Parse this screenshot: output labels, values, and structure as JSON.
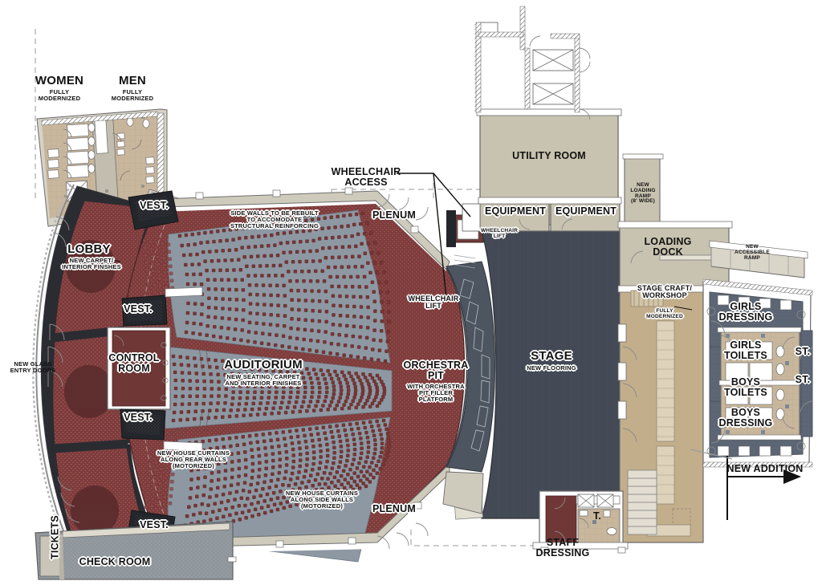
{
  "document": {
    "type": "architectural-floor-plan",
    "subject": "Theater / Auditorium Renovation Plan"
  },
  "palette": {
    "carpet_red": "#7d3b3b",
    "carpet_red_light": "#8d4848",
    "lobby_red": "#7a3a38",
    "lobby_circle": "#5e2b2b",
    "seat_red": "#7a3533",
    "aisle_gray": "#8d98a3",
    "stage_dark": "#434a55",
    "pit_dark": "#4d5560",
    "dressing_slate": "#59636f",
    "workshop_tan": "#c3ae8c",
    "utility_tan": "#c8c3b0",
    "restroom_tan": "#cbb79c",
    "check_room_gray": "#8f969c",
    "dark_wall": "#222428",
    "wall_white": "#ffffff",
    "outline": "#5a5a5a",
    "text_black": "#111111"
  },
  "labels": {
    "women": {
      "title": "WOMEN",
      "note": "FULLY\nMODERNIZED"
    },
    "men": {
      "title": "MEN",
      "note": "FULLY\nMODERNIZED"
    },
    "lobby": {
      "title": "LOBBY",
      "note": "NEW CARPET/\nINTERIOR FINSHES"
    },
    "control_room": {
      "title": "CONTROL\nROOM"
    },
    "new_glass_entry_doors": "NEW GLASS\nENTRY DOORS",
    "tickets": "TICKETS",
    "check_room": "CHECK ROOM",
    "vestibule": "VEST.",
    "auditorium": {
      "title": "AUDITORIUM",
      "note": "NEW SEATING, CARPET\nAND INTERIOR FINISHES"
    },
    "side_walls_note": "SIDE WALLS TO BE REBUILT\nTO ACCOMODATE\nSTRUCTURAL REINFORCING",
    "house_curtains_rear": "NEW HOUSE CURTAINS\nALONG REAR WALLS\n(MOTORIZED)",
    "house_curtains_side": "NEW HOUSE CURTAINS\nALONG SIDE WALLS\n(MOTORIZED)",
    "plenum": "PLENUM",
    "wheelchair_access": "WHEELCHAIR\nACCESS",
    "wheelchair_lift": "WHEELCHAIR\nLIFT",
    "orchestra_pit": {
      "title": "ORCHESTRA\nPIT",
      "note": "WITH ORCHESTRA\nPIT FILLER\nPLATFORM"
    },
    "stage": {
      "title": "STAGE",
      "note": "NEW FLOORING"
    },
    "utility_room": "UTILITY ROOM",
    "equipment": "EQUIPMENT",
    "new_loading_ramp": "NEW\nLOADING\nRAMP\n(8' WIDE)",
    "loading_dock": "LOADING\nDOCK",
    "new_accessible_ramp": "NEW\nACCESSIBLE\nRAMP",
    "stage_craft": {
      "title": "STAGE CRAFT/\nWORKSHOP",
      "note": "FULLY\nMODERNIZED"
    },
    "girls_dressing": "GIRLS\nDRESSING",
    "girls_toilets": "GIRLS\nTOILETS",
    "boys_toilets": "BOYS\nTOILETS",
    "boys_dressing": "BOYS\nDRESSING",
    "storage": "ST.",
    "staff_dressing": "STAFF\nDRESSING",
    "toilet_abbrev": "T.",
    "new_addition": "NEW ADDITION"
  }
}
